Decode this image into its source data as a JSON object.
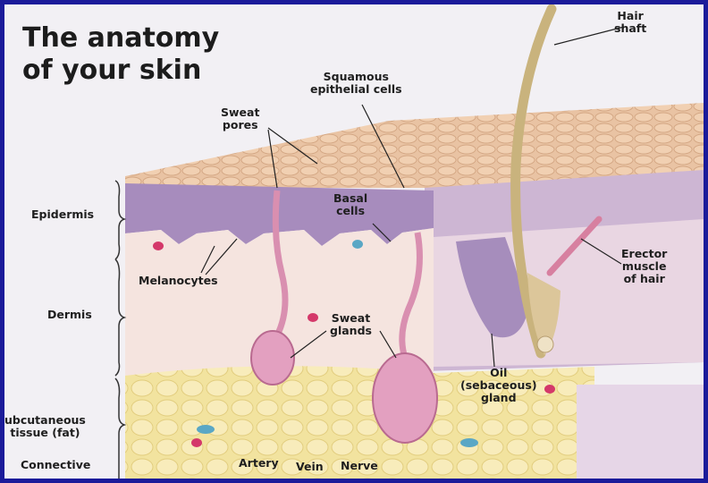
{
  "title": {
    "line1": "The anatomy",
    "line2": "of your skin"
  },
  "labels": {
    "hair_shaft": [
      "Hair",
      "shaft"
    ],
    "squamous": [
      "Squamous",
      "epithelial cells"
    ],
    "sweat_pores": [
      "Sweat",
      "pores"
    ],
    "basal_cells": [
      "Basal",
      "cells"
    ],
    "erector_muscle": [
      "Erector",
      "muscle",
      "of hair"
    ],
    "melanocytes": "Melanocytes",
    "sweat_glands": [
      "Sweat",
      "glands"
    ],
    "oil_gland": [
      "Oil",
      "(sebaceous)",
      "gland"
    ],
    "epidermis": "Epidermis",
    "dermis": "Dermis",
    "subcutaneous": [
      "ubcutaneous",
      "tissue (fat)"
    ],
    "connective": "Connective",
    "artery": "Artery",
    "vein": "Vein",
    "nerve": "Nerve"
  },
  "colors": {
    "border": "#1b1b9a",
    "background": "#f2f0f4",
    "epidermis_surface": "#e8c2a2",
    "epidermis": "#a78cbd",
    "dermis": "#f4e2de",
    "fat": "#f3e4a4",
    "sweat_gland": "#d98fb0",
    "hair": "#c9b37d"
  }
}
